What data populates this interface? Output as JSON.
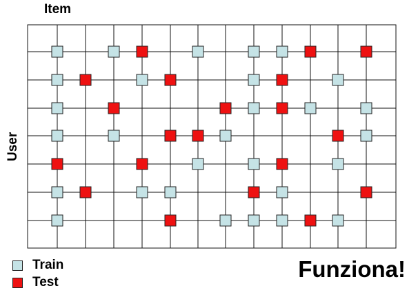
{
  "labels": {
    "item": "Item",
    "user": "User",
    "caption": "Funziona!"
  },
  "legend": [
    {
      "key": "train",
      "label": "Train",
      "color": "#c5e3e6"
    },
    {
      "key": "test",
      "label": "Test",
      "color": "#ee1111"
    }
  ],
  "matrix": {
    "rows": 7,
    "cols": 12,
    "cells": [
      {
        "r": 0,
        "c": 1,
        "t": "train"
      },
      {
        "r": 0,
        "c": 3,
        "t": "train"
      },
      {
        "r": 0,
        "c": 4,
        "t": "test"
      },
      {
        "r": 0,
        "c": 6,
        "t": "train"
      },
      {
        "r": 0,
        "c": 8,
        "t": "train"
      },
      {
        "r": 0,
        "c": 9,
        "t": "train"
      },
      {
        "r": 0,
        "c": 10,
        "t": "test"
      },
      {
        "r": 0,
        "c": 12,
        "t": "test"
      },
      {
        "r": 1,
        "c": 1,
        "t": "train"
      },
      {
        "r": 1,
        "c": 2,
        "t": "test"
      },
      {
        "r": 1,
        "c": 4,
        "t": "train"
      },
      {
        "r": 1,
        "c": 5,
        "t": "test"
      },
      {
        "r": 1,
        "c": 8,
        "t": "train"
      },
      {
        "r": 1,
        "c": 9,
        "t": "test"
      },
      {
        "r": 1,
        "c": 11,
        "t": "train"
      },
      {
        "r": 2,
        "c": 1,
        "t": "train"
      },
      {
        "r": 2,
        "c": 3,
        "t": "test"
      },
      {
        "r": 2,
        "c": 7,
        "t": "test"
      },
      {
        "r": 2,
        "c": 8,
        "t": "train"
      },
      {
        "r": 2,
        "c": 9,
        "t": "test"
      },
      {
        "r": 2,
        "c": 10,
        "t": "train"
      },
      {
        "r": 2,
        "c": 12,
        "t": "train"
      },
      {
        "r": 3,
        "c": 1,
        "t": "train"
      },
      {
        "r": 3,
        "c": 3,
        "t": "train"
      },
      {
        "r": 3,
        "c": 5,
        "t": "test"
      },
      {
        "r": 3,
        "c": 6,
        "t": "test"
      },
      {
        "r": 3,
        "c": 7,
        "t": "train"
      },
      {
        "r": 3,
        "c": 11,
        "t": "test"
      },
      {
        "r": 3,
        "c": 12,
        "t": "train"
      },
      {
        "r": 4,
        "c": 1,
        "t": "test"
      },
      {
        "r": 4,
        "c": 4,
        "t": "test"
      },
      {
        "r": 4,
        "c": 6,
        "t": "train"
      },
      {
        "r": 4,
        "c": 8,
        "t": "train"
      },
      {
        "r": 4,
        "c": 9,
        "t": "test"
      },
      {
        "r": 4,
        "c": 11,
        "t": "train"
      },
      {
        "r": 5,
        "c": 1,
        "t": "train"
      },
      {
        "r": 5,
        "c": 2,
        "t": "test"
      },
      {
        "r": 5,
        "c": 4,
        "t": "train"
      },
      {
        "r": 5,
        "c": 5,
        "t": "train"
      },
      {
        "r": 5,
        "c": 8,
        "t": "test"
      },
      {
        "r": 5,
        "c": 9,
        "t": "train"
      },
      {
        "r": 5,
        "c": 12,
        "t": "test"
      },
      {
        "r": 6,
        "c": 1,
        "t": "train"
      },
      {
        "r": 6,
        "c": 5,
        "t": "test"
      },
      {
        "r": 6,
        "c": 7,
        "t": "train"
      },
      {
        "r": 6,
        "c": 8,
        "t": "train"
      },
      {
        "r": 6,
        "c": 9,
        "t": "train"
      },
      {
        "r": 6,
        "c": 10,
        "t": "test"
      },
      {
        "r": 6,
        "c": 11,
        "t": "train"
      }
    ]
  }
}
